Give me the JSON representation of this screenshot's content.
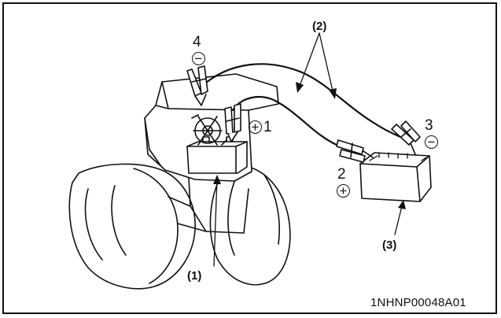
{
  "labels": {
    "cable_neg_number": "4",
    "cable_neg_sign": "−",
    "cable_pair_ref": "(2)",
    "tractor_pos_sign": "+",
    "tractor_pos_number": "1",
    "donor_neg_number": "3",
    "donor_neg_sign": "−",
    "donor_pos_number": "2",
    "donor_pos_sign": "+",
    "tractor_battery_ref": "(1)",
    "donor_battery_ref": "(3)"
  },
  "figure_code": "1NHNP00048A01",
  "colors": {
    "line": "#111111",
    "background": "#ffffff"
  }
}
